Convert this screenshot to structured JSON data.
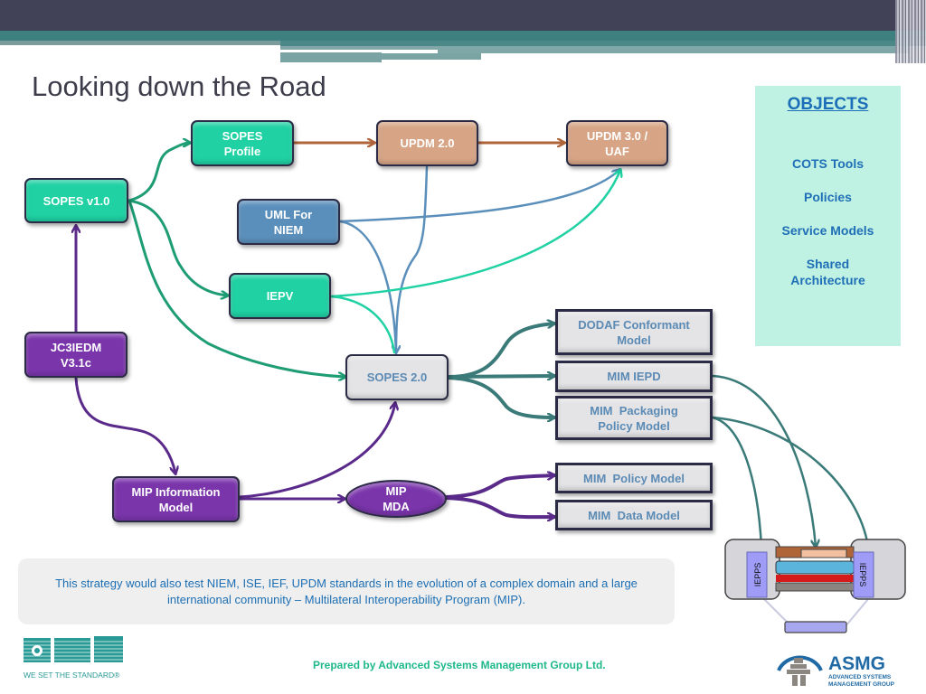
{
  "slide": {
    "title": "Looking down the Road"
  },
  "nodes": {
    "sopes_v1": "SOPES v1.0",
    "sopes_profile": "SOPES Profile",
    "updm2": "UPDM 2.0",
    "updm3": "UPDM 3.0 / UAF",
    "uml_niem": "UML For NIEM",
    "iepv": "IEPV",
    "jc3iedm": "JC3IEDM V3.1c",
    "sopes2": "SOPES 2.0",
    "mip_info": "MIP Information Model",
    "mip_mda": "MIP MDA",
    "dodaf": "DODAF Conformant Model",
    "mim_iepd": "MIM IEPD",
    "mim_packaging": "MIM  Packaging Policy Model",
    "mim_policy": "MIM  Policy Model",
    "mim_data": "MIM  Data Model"
  },
  "edges": [
    {
      "from": "sopes_v1",
      "to": "sopes_profile",
      "color": "#1e9c74"
    },
    {
      "from": "sopes_v1",
      "to": "iepv",
      "color": "#1e9c74"
    },
    {
      "from": "sopes_v1",
      "to": "sopes2",
      "color": "#1e9c74"
    },
    {
      "from": "sopes_profile",
      "to": "updm2",
      "color": "#b0643a"
    },
    {
      "from": "updm2",
      "to": "updm3",
      "color": "#b0643a"
    },
    {
      "from": "updm2",
      "to": "sopes2",
      "color": "#5b8fbb"
    },
    {
      "from": "uml_niem",
      "to": "updm3",
      "color": "#5b8fbb"
    },
    {
      "from": "uml_niem",
      "to": "sopes2",
      "color": "#5b8fbb"
    },
    {
      "from": "iepv",
      "to": "updm3",
      "color": "#1fd1a3"
    },
    {
      "from": "iepv",
      "to": "sopes2",
      "color": "#1fd1a3"
    },
    {
      "from": "jc3iedm",
      "to": "sopes_v1",
      "color": "#5a2a8a"
    },
    {
      "from": "jc3iedm",
      "to": "mip_info",
      "color": "#5a2a8a"
    },
    {
      "from": "mip_info",
      "to": "sopes2",
      "color": "#5a2a8a"
    },
    {
      "from": "mip_info",
      "to": "mip_mda",
      "color": "#5a2a8a"
    },
    {
      "from": "sopes2",
      "to": "dodaf",
      "color": "#3a7a78"
    },
    {
      "from": "sopes2",
      "to": "mim_iepd",
      "color": "#3a7a78"
    },
    {
      "from": "sopes2",
      "to": "mim_packaging",
      "color": "#3a7a78"
    },
    {
      "from": "mip_mda",
      "to": "mim_policy",
      "color": "#5a2a8a"
    },
    {
      "from": "mip_mda",
      "to": "mim_data",
      "color": "#5a2a8a"
    },
    {
      "from": "mim_iepd",
      "to": "ieps_bus",
      "color": "#3a7a78"
    },
    {
      "from": "mim_packaging",
      "to": "ieps_left",
      "color": "#3a7a78"
    },
    {
      "from": "mim_packaging",
      "to": "ieps_right",
      "color": "#3a7a78"
    }
  ],
  "ieps_graphic": {
    "left_label": "IEPPS",
    "right_label": "IEPPS"
  },
  "objects_panel": {
    "heading": "OBJECTS",
    "items": [
      "COTS Tools",
      "Policies",
      "Service Models",
      "Shared Architecture"
    ]
  },
  "note": {
    "text": "This strategy would also test NIEM, ISE, IEF, UPDM standards in the evolution of a complex domain and a large international community – Multilateral Interoperability Program (MIP)."
  },
  "footer": {
    "prepared_by": "Prepared by Advanced Systems Management Group Ltd.",
    "omg_tagline": "WE SET THE STANDARD®",
    "omg_logo": "OMG",
    "asmg_logo": "ASMG",
    "asmg_sub1": "ADVANCED SYSTEMS",
    "asmg_sub2": "MANAGEMENT GROUP"
  },
  "colors": {
    "green_node": "#1fd1a3",
    "tan_node": "#d7a586",
    "steel_node": "#5b8fbb",
    "purple_node": "#7a35ab",
    "grey_node": "#e4e4e6",
    "objects_bg": "#bff2e2",
    "text_blue": "#1d6fb3"
  }
}
